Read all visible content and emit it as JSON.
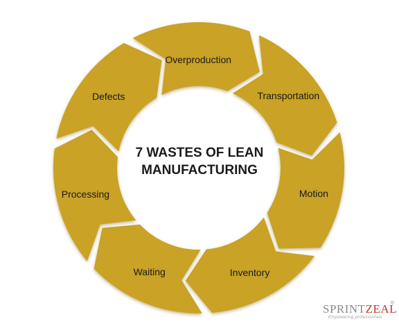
{
  "title_lines": [
    "7 WASTES OF LEAN",
    "MANUFACTURING"
  ],
  "segments": [
    {
      "label": "Overproduction"
    },
    {
      "label": "Transportation"
    },
    {
      "label": "Motion"
    },
    {
      "label": "Inventory"
    },
    {
      "label": "Waiting"
    },
    {
      "label": "Processing"
    },
    {
      "label": "Defects"
    }
  ],
  "brand": {
    "name_main": "SPRINT",
    "name_accent": "ZEAL",
    "registered_mark": "®",
    "tagline": "Empowering professionals"
  },
  "colors": {
    "segment_fill": "#C9A227",
    "segment_shadow": "#7a5f10",
    "label_text": "#1a1a1a",
    "background": "#ffffff"
  }
}
